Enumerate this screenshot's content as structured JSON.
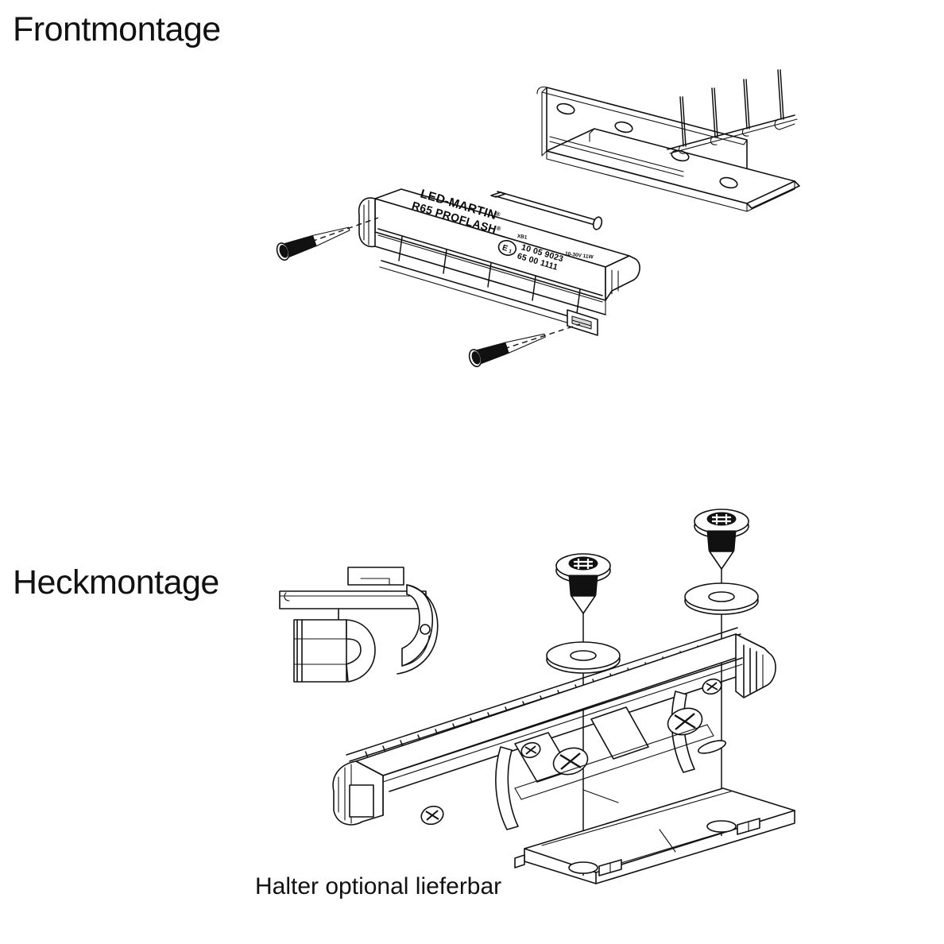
{
  "document": {
    "kind": "exploded-assembly-instruction-diagram",
    "background_color": "#ffffff",
    "line_color": "#111111"
  },
  "sections": {
    "front": {
      "heading": "Frontmontage",
      "parts": {
        "lightbar_name": "light-bar",
        "bracket_name": "l-bracket",
        "screws": 2,
        "bracket_holes": 4,
        "bracket_prongs": 4,
        "lens_segments": 5
      }
    },
    "rear": {
      "heading": "Heckmontage",
      "caption": "Halter optional lieferbar",
      "parts": {
        "holder_name": "optional-holder",
        "lightbar_name": "light-bar-rear-view",
        "screws": 2,
        "washers": 2,
        "base_plate_name": "base-plate",
        "base_plate_holes": 2,
        "cross_screws": 3
      }
    }
  },
  "product_label": {
    "brand": "LED-MARTIN",
    "registered_mark": "®",
    "model": "R65 PROFLASH",
    "approval_mark": "E",
    "approval_number": "1",
    "approval_suffix": "XB1",
    "code_line_1": "10   05 9023",
    "code_line_2": "65   00 1111",
    "rating": "10-30V 11W"
  },
  "colors": {
    "ink": "#111111",
    "paper": "#ffffff",
    "shadow": "#d9d9d9"
  }
}
